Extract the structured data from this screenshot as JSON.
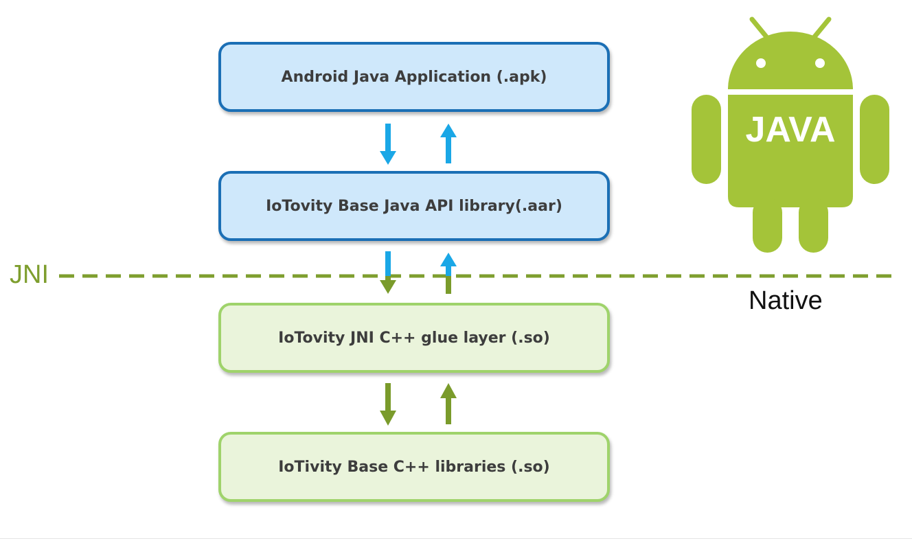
{
  "layers": [
    {
      "label": "Android Java Application (.apk)",
      "group": "java"
    },
    {
      "label": "IoTovity Base Java API library(.aar)",
      "group": "java"
    },
    {
      "label": "IoTovity JNI C++ glue layer (.so)",
      "group": "native"
    },
    {
      "label": "IoTivity Base C++ libraries (.so)",
      "group": "native"
    }
  ],
  "boundary": {
    "jni_label": "JNI",
    "native_label": "Native"
  },
  "logo": {
    "text": "JAVA",
    "icon": "android-robot-icon"
  },
  "colors": {
    "java_box_fill": "#cfe8fb",
    "java_box_border": "#1b6fb5",
    "native_box_fill": "#eaf4db",
    "native_box_border": "#9fd36b",
    "java_arrow": "#1aa7e6",
    "native_arrow": "#7a9b2b",
    "boundary_line": "#7e9e2e",
    "android_green": "#a4c439"
  }
}
